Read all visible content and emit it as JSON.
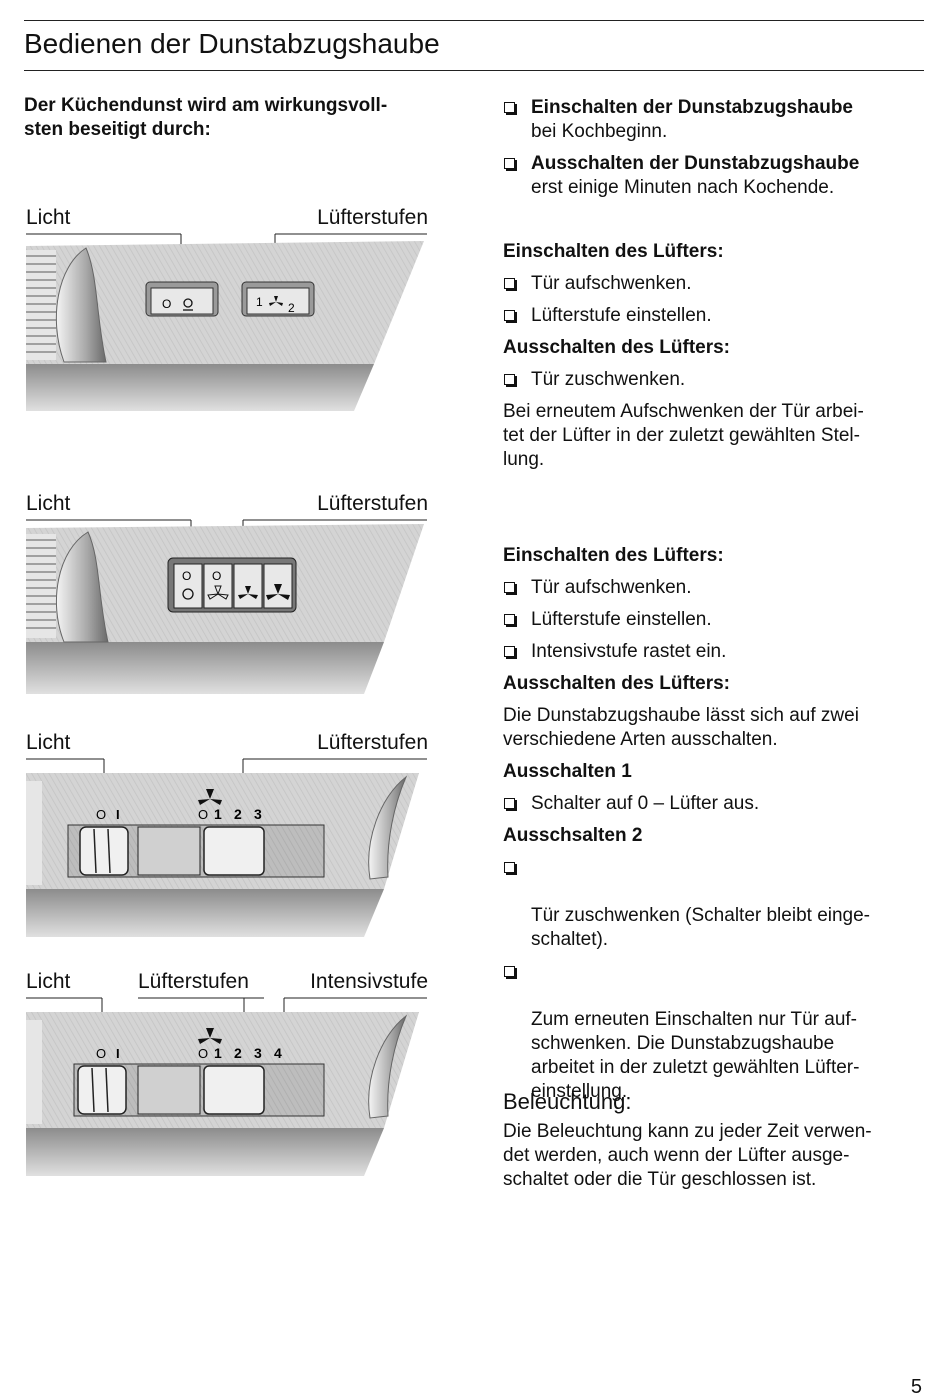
{
  "header": {
    "title": "Bedienen der Dunstabzugshaube"
  },
  "intro": "Der Küchendunst wird am wirkungsvoll-\nsten beseitigt durch:",
  "figures": {
    "fig1": {
      "left": "Licht",
      "right": "Lüfterstufen",
      "switch_light": "O",
      "switch_fan_1": "1",
      "switch_fan_2": "2"
    },
    "fig2": {
      "left": "Licht",
      "right": "Lüfterstufen",
      "o1": "O",
      "o2": "O"
    },
    "fig3": {
      "left": "Licht",
      "right": "Lüfterstufen",
      "light_off": "O",
      "light_on": "I",
      "fan_off": "O",
      "s1": "1",
      "s2": "2",
      "s3": "3"
    },
    "fig4": {
      "left": "Licht",
      "mid": "Lüfterstufen",
      "right": "Intensivstufe",
      "light_off": "O",
      "light_on": "I",
      "fan_off": "O",
      "s1": "1",
      "s2": "2",
      "s3": "3",
      "s4": "4"
    }
  },
  "right": {
    "top_items": [
      {
        "bold": "Einschalten der Dunstabzugshaube",
        "text": "bei Kochbeginn."
      },
      {
        "bold": "Ausschalten der Dunstabzugshaube",
        "text": "erst einige Minuten nach Kochende."
      }
    ],
    "s1": {
      "on_heading": "Einschalten des Lüfters:",
      "on_items": [
        "Tür aufschwenken.",
        "Lüfterstufe einstellen."
      ],
      "off_heading": "Ausschalten des Lüfters:",
      "off_items": [
        "Tür zuschwenken."
      ],
      "note": "Bei erneutem Aufschwenken der Tür arbei-\ntet der Lüfter in der zuletzt gewählten Stel-\nlung."
    },
    "s2": {
      "on_heading": "Einschalten des Lüfters:",
      "on_items": [
        "Tür aufschwenken.",
        "Lüfterstufe einstellen.",
        "Intensivstufe rastet ein."
      ],
      "off_heading": "Ausschalten des Lüfters:",
      "off_text": "Die Dunstabzugshaube lässt sich auf zwei\nverschiedene Arten ausschalten.",
      "a1_heading": "Ausschalten 1",
      "a1_items": [
        "Schalter auf 0 – Lüfter aus."
      ],
      "a2_heading": "Ausschsalten 2",
      "a2_items": [
        "Tür zuschwenken (Schalter bleibt einge-\nschaltet).",
        "Zum erneuten Einschalten nur Tür auf-\nschwenken. Die Dunstabzugshaube\narbeitet in der zuletzt gewählten Lüfter-\neinstellung."
      ]
    },
    "light": {
      "heading": "Beleuchtung:",
      "text": "Die Beleuchtung kann zu jeder Zeit verwen-\ndet werden, auch wenn der Lüfter ausge-\nschaltet oder die Tür geschlossen ist."
    }
  },
  "footer": {
    "page_number": "5"
  }
}
